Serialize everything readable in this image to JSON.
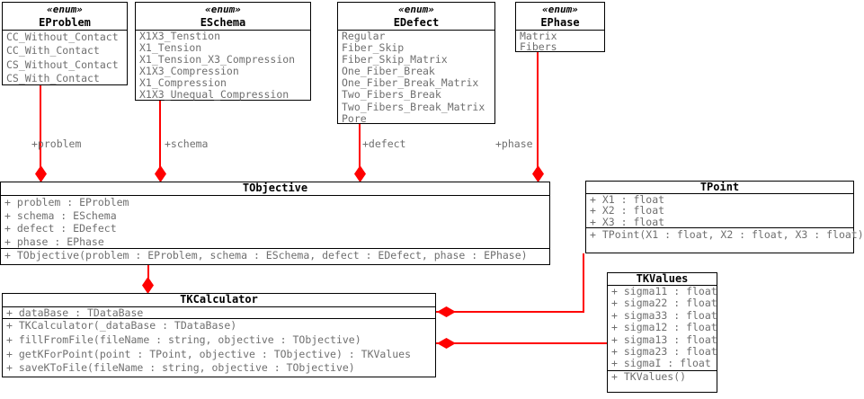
{
  "diagram": {
    "kind": "uml-class-diagram",
    "stereotype_enum": "«enum»",
    "accent_line_color": "#ff0000",
    "member_text_color": "#6f6f6f",
    "border_color": "#000000",
    "background_color": "#ffffff"
  },
  "enums": {
    "eproblem": {
      "name": "EProblem",
      "items": [
        "CC_Without_Contact",
        "CC_With_Contact",
        "CS_Without_Contact",
        "CS_With_Contact"
      ]
    },
    "eschema": {
      "name": "ESchema",
      "items": [
        "X1X3_Tenstion",
        "X1_Tension",
        "X1_Tension_X3_Compression",
        "X1X3_Compression",
        "X1_Compression",
        "X1X3_Unequal_Compression"
      ]
    },
    "edefect": {
      "name": "EDefect",
      "items": [
        "Regular",
        "Fiber_Skip",
        "Fiber_Skip_Matrix",
        "One_Fiber_Break",
        "One_Fiber_Break_Matrix",
        "Two_Fibers_Break",
        "Two_Fibers_Break_Matrix",
        "Pore"
      ]
    },
    "ephase": {
      "name": "EPhase",
      "items": [
        "Matrix",
        "Fibers"
      ]
    }
  },
  "classes": {
    "tobjective": {
      "name": "TObjective",
      "attributes": [
        "+ problem : EProblem",
        "+ schema : ESchema",
        "+ defect : EDefect",
        "+ phase : EPhase"
      ],
      "operations": [
        "+ TObjective(problem : EProblem, schema : ESchema, defect : EDefect, phase : EPhase)"
      ]
    },
    "tkcalculator": {
      "name": "TKCalculator",
      "attributes": [
        "+ dataBase : TDataBase"
      ],
      "operations": [
        "+ TKCalculator(_dataBase : TDataBase)",
        "+ fillFromFile(fileName : string, objective : TObjective)",
        "+ getKForPoint(point : TPoint, objective : TObjective) : TKValues",
        "+ saveKToFile(fileName : string, objective : TObjective)"
      ]
    },
    "tpoint": {
      "name": "TPoint",
      "attributes": [
        "+ X1 : float",
        "+ X2 : float",
        "+ X3 : float"
      ],
      "operations": [
        "+ TPoint(X1 : float, X2 : float, X3 : float)"
      ]
    },
    "tkvalues": {
      "name": "TKValues",
      "attributes": [
        "+ sigma11 : float",
        "+ sigma22 : float",
        "+ sigma33 : float",
        "+ sigma12 : float",
        "+ sigma13 : float",
        "+ sigma23 : float",
        "+ sigmaI : float"
      ],
      "operations": [
        "+ TKValues()"
      ]
    }
  },
  "associations": {
    "problem_label": "+problem",
    "schema_label": "+schema",
    "defect_label": "+defect",
    "phase_label": "+phase"
  }
}
